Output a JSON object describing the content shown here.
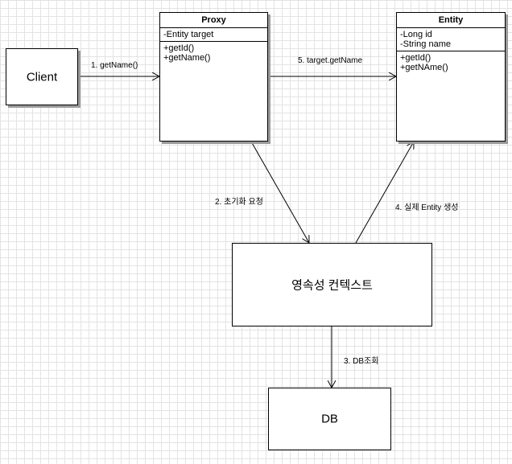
{
  "client": {
    "label": "Client"
  },
  "proxy": {
    "title": "Proxy",
    "attributes": [
      "-Entity target"
    ],
    "methods": [
      "+getId()",
      "+getName()"
    ]
  },
  "entity": {
    "title": "Entity",
    "attributes": [
      "-Long id",
      "-String name"
    ],
    "methods": [
      "+getId()",
      "+getNAme()"
    ]
  },
  "persistence_context": {
    "label": "영속성 컨텍스트"
  },
  "db": {
    "label": "DB"
  },
  "edges": {
    "e1": "1. getName()",
    "e2": "2. 초기화 요청",
    "e3": "3. DB조회",
    "e4": "4. 실제 Entity 생성",
    "e5": "5. target.getName"
  }
}
